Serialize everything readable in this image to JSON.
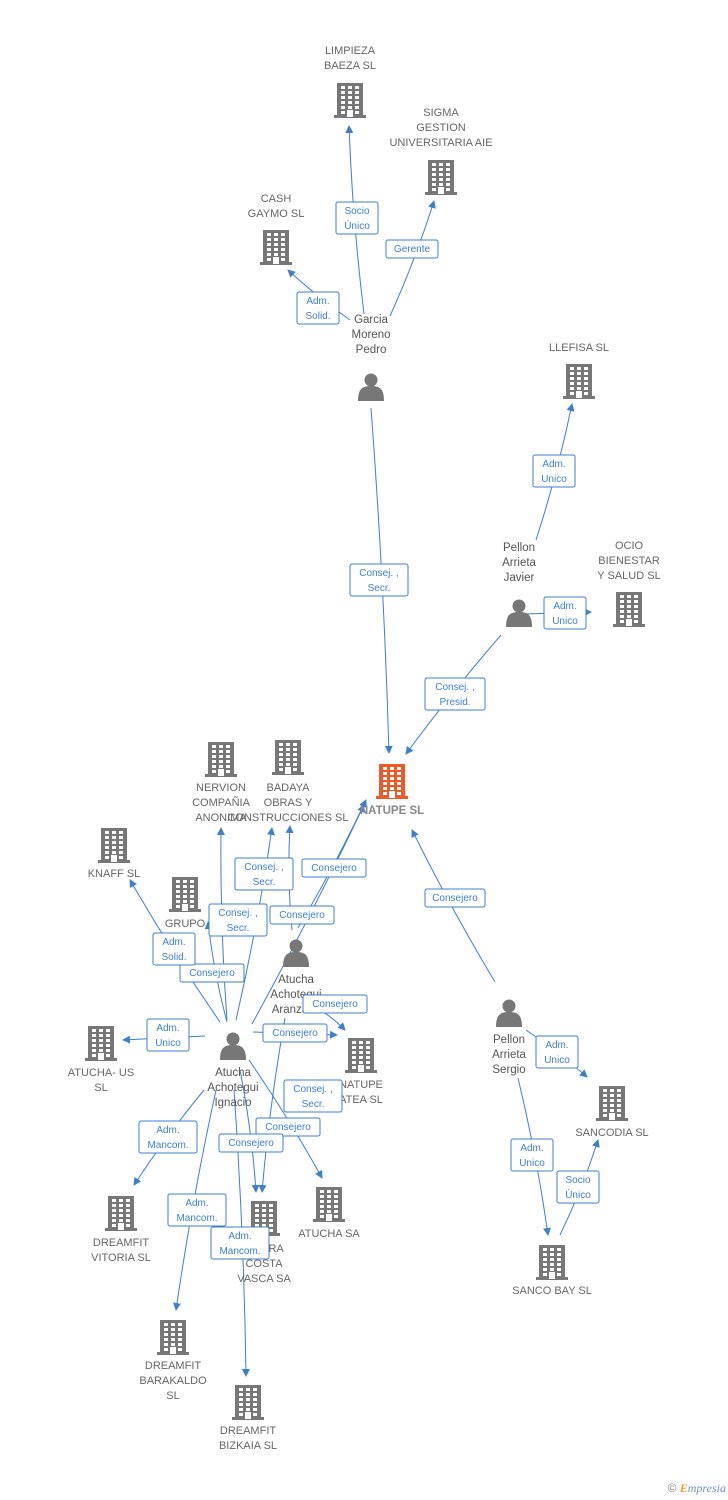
{
  "colors": {
    "edge": "#3b7fd4",
    "company": "#777777",
    "center": "#f05a28",
    "person": "#777777"
  },
  "nodes": [
    {
      "id": "limpieza",
      "type": "company",
      "label": [
        "LIMPIEZA",
        "BAEZA SL"
      ]
    },
    {
      "id": "sigma",
      "type": "company",
      "label": [
        "SIGMA",
        "GESTION",
        "UNIVERSITARIA AIE"
      ]
    },
    {
      "id": "cash",
      "type": "company",
      "label": [
        "CASH",
        "GAYMO  SL"
      ]
    },
    {
      "id": "garcia",
      "type": "person",
      "label": [
        "Garcia",
        "Moreno",
        "Pedro"
      ]
    },
    {
      "id": "llefisa",
      "type": "company",
      "label": [
        "LLEFISA SL"
      ]
    },
    {
      "id": "pellonj",
      "type": "person",
      "label": [
        "Pellon",
        "Arrieta",
        "Javier"
      ]
    },
    {
      "id": "ocio",
      "type": "company",
      "label": [
        "OCIO",
        "BIENESTAR",
        "Y SALUD  SL"
      ]
    },
    {
      "id": "natupe",
      "type": "center",
      "label": [
        "NATUPE  SL"
      ]
    },
    {
      "id": "nervion",
      "type": "company",
      "label": [
        "NERVION",
        "COMPAÑIA",
        "ANONIMA"
      ]
    },
    {
      "id": "badaya",
      "type": "company",
      "label": [
        "BADAYA",
        "OBRAS Y",
        "CONSTRUCCIONES SL"
      ]
    },
    {
      "id": "knaff",
      "type": "company",
      "label": [
        "KNAFF  SL"
      ]
    },
    {
      "id": "grupo",
      "type": "company",
      "label": [
        "GRUPO",
        "A...",
        "SL"
      ]
    },
    {
      "id": "aranzazu",
      "type": "person",
      "label": [
        "Atucha",
        "Achotegui",
        "Aranzazu"
      ]
    },
    {
      "id": "ignacio",
      "type": "person",
      "label": [
        "Atucha",
        "Achotegui",
        "Ignacio"
      ]
    },
    {
      "id": "atuchaus",
      "type": "company",
      "label": [
        "ATUCHA- US",
        "SL"
      ]
    },
    {
      "id": "natupeatea",
      "type": "company",
      "label": [
        "NATUPE",
        "ATEA  SL"
      ]
    },
    {
      "id": "pellons",
      "type": "person",
      "label": [
        "Pellon",
        "Arrieta",
        "Sergio"
      ]
    },
    {
      "id": "sancodia",
      "type": "company",
      "label": [
        "SANCODIA SL"
      ]
    },
    {
      "id": "dreamfitv",
      "type": "company",
      "label": [
        "DREAMFIT",
        "VITORIA  SL"
      ]
    },
    {
      "id": "atuchasa",
      "type": "company",
      "label": [
        "ATUCHA SA"
      ]
    },
    {
      "id": "costa",
      "type": "company",
      "label": [
        "...TORA",
        "COSTA",
        "VASCA SA"
      ]
    },
    {
      "id": "sancobay",
      "type": "company",
      "label": [
        "SANCO BAY SL"
      ]
    },
    {
      "id": "dreamfitb",
      "type": "company",
      "label": [
        "DREAMFIT",
        "BARAKALDO",
        "SL"
      ]
    },
    {
      "id": "dreamfitbz",
      "type": "company",
      "label": [
        "DREAMFIT",
        "BIZKAIA  SL"
      ]
    }
  ],
  "edges": [
    {
      "from": "garcia",
      "to": "limpieza",
      "label": [
        "Socio",
        "Único"
      ]
    },
    {
      "from": "garcia",
      "to": "sigma",
      "label": [
        "Gerente"
      ]
    },
    {
      "from": "garcia",
      "to": "cash",
      "label": [
        "Adm.",
        "Solid."
      ]
    },
    {
      "from": "garcia",
      "to": "natupe",
      "label": [
        "Consej. ,",
        "Secr."
      ]
    },
    {
      "from": "pellonj",
      "to": "llefisa",
      "label": [
        "Adm.",
        "Unico"
      ]
    },
    {
      "from": "pellonj",
      "to": "ocio",
      "label": [
        "Adm.",
        "Unico"
      ]
    },
    {
      "from": "pellonj",
      "to": "natupe",
      "label": [
        "Consej. ,",
        "Presid."
      ]
    },
    {
      "from": "pellons",
      "to": "natupe",
      "label": [
        "Consejero"
      ]
    },
    {
      "from": "pellons",
      "to": "sancodia",
      "label": [
        "Adm.",
        "Unico"
      ]
    },
    {
      "from": "pellons",
      "to": "sancobay",
      "label": [
        "Adm.",
        "Unico"
      ]
    },
    {
      "from": "sancobay",
      "to": "sancodia",
      "label": [
        "Socio",
        "Único"
      ]
    },
    {
      "from": "ignacio",
      "to": "natupe",
      "label": [
        "Consejero"
      ]
    },
    {
      "from": "aranzazu",
      "to": "natupe",
      "label": [
        "Consejero"
      ]
    },
    {
      "from": "ignacio",
      "to": "nervion",
      "label": [
        "Consej. ,",
        "Secr."
      ]
    },
    {
      "from": "ignacio",
      "to": "badaya",
      "label": [
        "Consej. ,",
        "Secr."
      ]
    },
    {
      "from": "aranzazu",
      "to": "badaya",
      "label": [
        "Consejero"
      ]
    },
    {
      "from": "ignacio",
      "to": "knaff",
      "label": [
        "Adm.",
        "Solid."
      ]
    },
    {
      "from": "ignacio",
      "to": "grupo",
      "label": [
        "Consejero"
      ]
    },
    {
      "from": "ignacio",
      "to": "atuchaus",
      "label": [
        "Adm.",
        "Unico"
      ]
    },
    {
      "from": "aranzazu",
      "to": "natupeatea",
      "label": [
        "Consejero"
      ]
    },
    {
      "from": "ignacio",
      "to": "natupeatea",
      "label": [
        "Consejero"
      ]
    },
    {
      "from": "ignacio",
      "to": "atuchasa",
      "label": [
        "Consej. ,",
        "Secr."
      ]
    },
    {
      "from": "aranzazu",
      "to": "costa",
      "label": [
        "Consej. ,",
        "Secr."
      ]
    },
    {
      "from": "ignacio",
      "to": "costa",
      "label": [
        "Consejero"
      ]
    },
    {
      "from": "ignacio",
      "to": "dreamfitv",
      "label": [
        "Adm.",
        "Mancom."
      ]
    },
    {
      "from": "ignacio",
      "to": "dreamfitb",
      "label": [
        "Adm.",
        "Mancom."
      ]
    },
    {
      "from": "ignacio",
      "to": "dreamfitbz",
      "label": [
        "Adm.",
        "Mancom."
      ]
    }
  ],
  "footer": {
    "copyright": "©",
    "brand_e": "E",
    "brand_rest": "mpresia"
  }
}
